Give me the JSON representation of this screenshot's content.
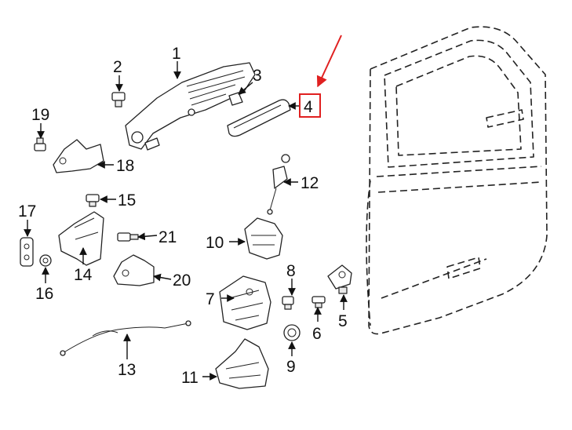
{
  "callouts": [
    "1",
    "2",
    "3",
    "4",
    "5",
    "6",
    "7",
    "8",
    "9",
    "10",
    "11",
    "12",
    "13",
    "14",
    "15",
    "16",
    "17",
    "18",
    "19",
    "20",
    "21"
  ],
  "highlight": {
    "part": "4",
    "box_color": "#e02020",
    "arrow_color": "#e02020"
  }
}
